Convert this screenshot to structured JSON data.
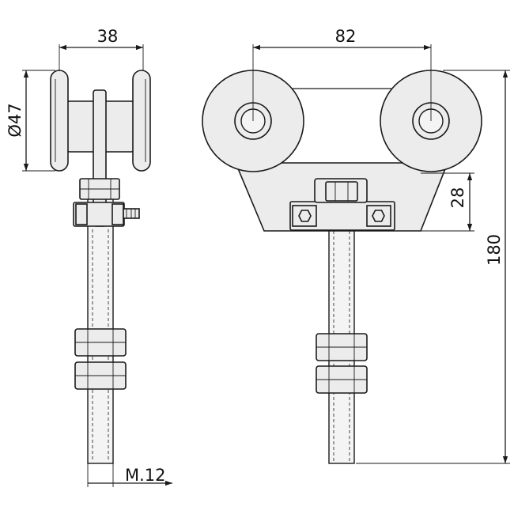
{
  "dimensions": {
    "side_width": "38",
    "wheel_diameter": "Ø47",
    "thread": "M.12",
    "wheel_spacing": "82",
    "plate_height": "28",
    "total_height": "180"
  }
}
